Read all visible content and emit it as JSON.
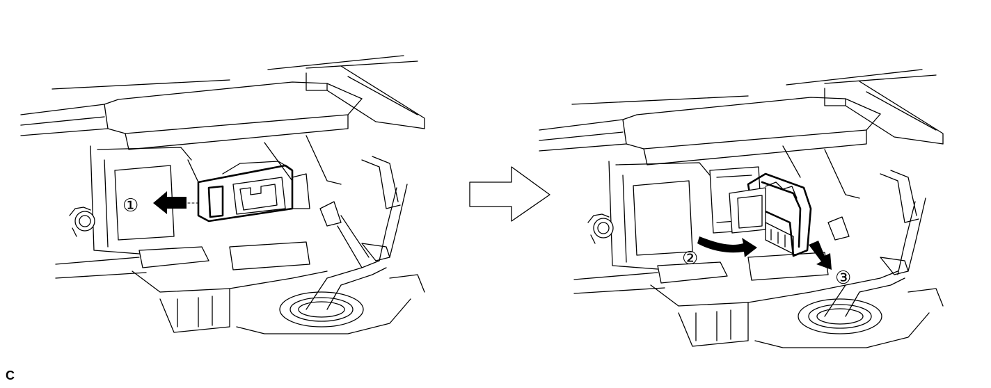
{
  "steps": {
    "step1": "①",
    "step2": "②",
    "step3": "③"
  },
  "corner_label": "C",
  "icons": {
    "transition_arrow": "hollow-right-arrow-icon",
    "pull_arrow": "solid-left-arrow-icon",
    "rotate_arrow": "curved-arrow-icon",
    "down_arrow": "solid-down-right-arrow-icon"
  }
}
